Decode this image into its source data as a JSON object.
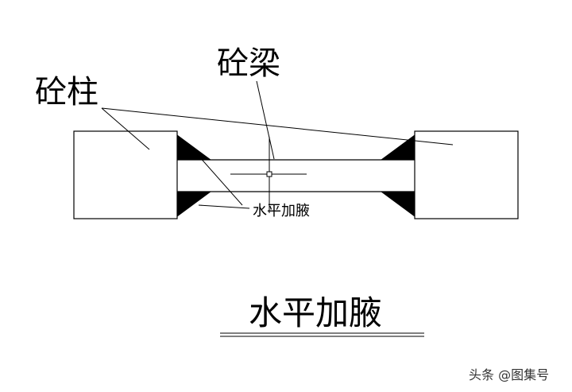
{
  "labels": {
    "beam": "砼梁",
    "column": "砼柱",
    "haunch": "水平加腋",
    "title": "水平加腋"
  },
  "watermark": "头条 @图集号",
  "colors": {
    "line": "#000000",
    "fill": "#000000",
    "background": "#ffffff"
  }
}
